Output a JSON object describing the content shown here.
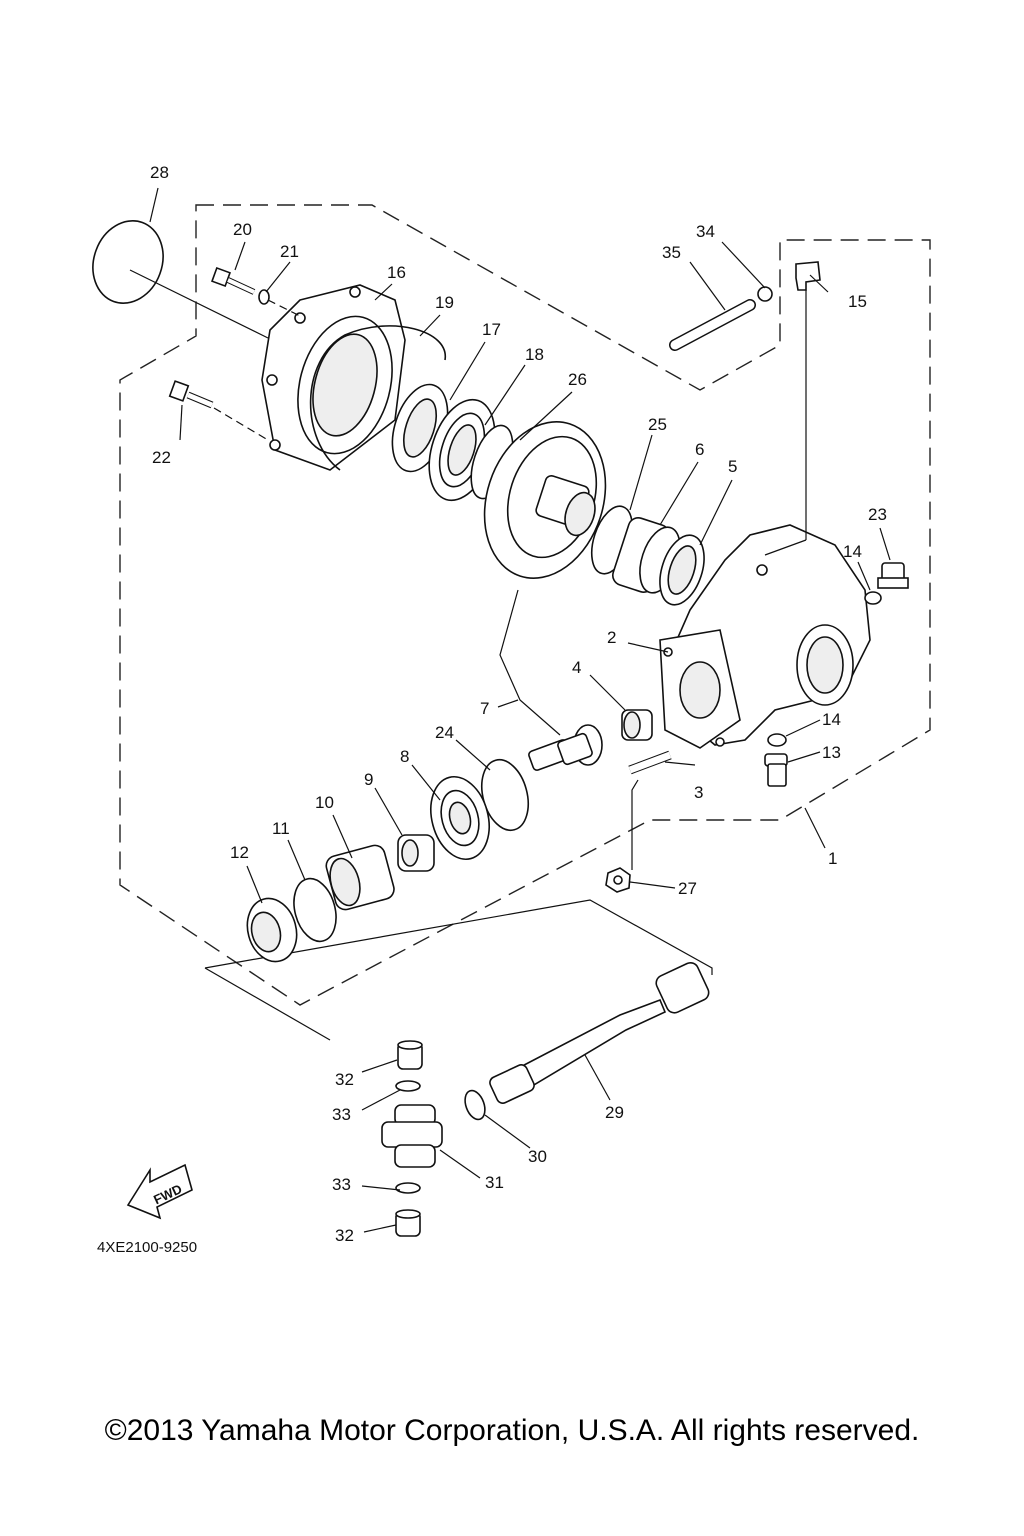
{
  "diagram": {
    "drawing_code": "4XE2100-9250",
    "direction_arrow": "FWD",
    "copyright": "©2013 Yamaha Motor Corporation, U.S.A. All rights reserved.",
    "callouts": [
      {
        "id": "c1",
        "text": "1"
      },
      {
        "id": "c2",
        "text": "2"
      },
      {
        "id": "c3",
        "text": "3"
      },
      {
        "id": "c4",
        "text": "4"
      },
      {
        "id": "c5",
        "text": "5"
      },
      {
        "id": "c6",
        "text": "6"
      },
      {
        "id": "c7",
        "text": "7"
      },
      {
        "id": "c8",
        "text": "8"
      },
      {
        "id": "c9",
        "text": "9"
      },
      {
        "id": "c10",
        "text": "10"
      },
      {
        "id": "c11",
        "text": "11"
      },
      {
        "id": "c12",
        "text": "12"
      },
      {
        "id": "c13",
        "text": "13"
      },
      {
        "id": "c14a",
        "text": "14"
      },
      {
        "id": "c14b",
        "text": "14"
      },
      {
        "id": "c15",
        "text": "15"
      },
      {
        "id": "c16",
        "text": "16"
      },
      {
        "id": "c17",
        "text": "17"
      },
      {
        "id": "c18",
        "text": "18"
      },
      {
        "id": "c19",
        "text": "19"
      },
      {
        "id": "c20",
        "text": "20"
      },
      {
        "id": "c21",
        "text": "21"
      },
      {
        "id": "c22",
        "text": "22"
      },
      {
        "id": "c23",
        "text": "23"
      },
      {
        "id": "c24",
        "text": "24"
      },
      {
        "id": "c25",
        "text": "25"
      },
      {
        "id": "c26",
        "text": "26"
      },
      {
        "id": "c27",
        "text": "27"
      },
      {
        "id": "c28",
        "text": "28"
      },
      {
        "id": "c29",
        "text": "29"
      },
      {
        "id": "c30",
        "text": "30"
      },
      {
        "id": "c31",
        "text": "31"
      },
      {
        "id": "c32a",
        "text": "32"
      },
      {
        "id": "c32b",
        "text": "32"
      },
      {
        "id": "c33a",
        "text": "33"
      },
      {
        "id": "c33b",
        "text": "33"
      },
      {
        "id": "c34",
        "text": "34"
      },
      {
        "id": "c35",
        "text": "35"
      }
    ]
  }
}
